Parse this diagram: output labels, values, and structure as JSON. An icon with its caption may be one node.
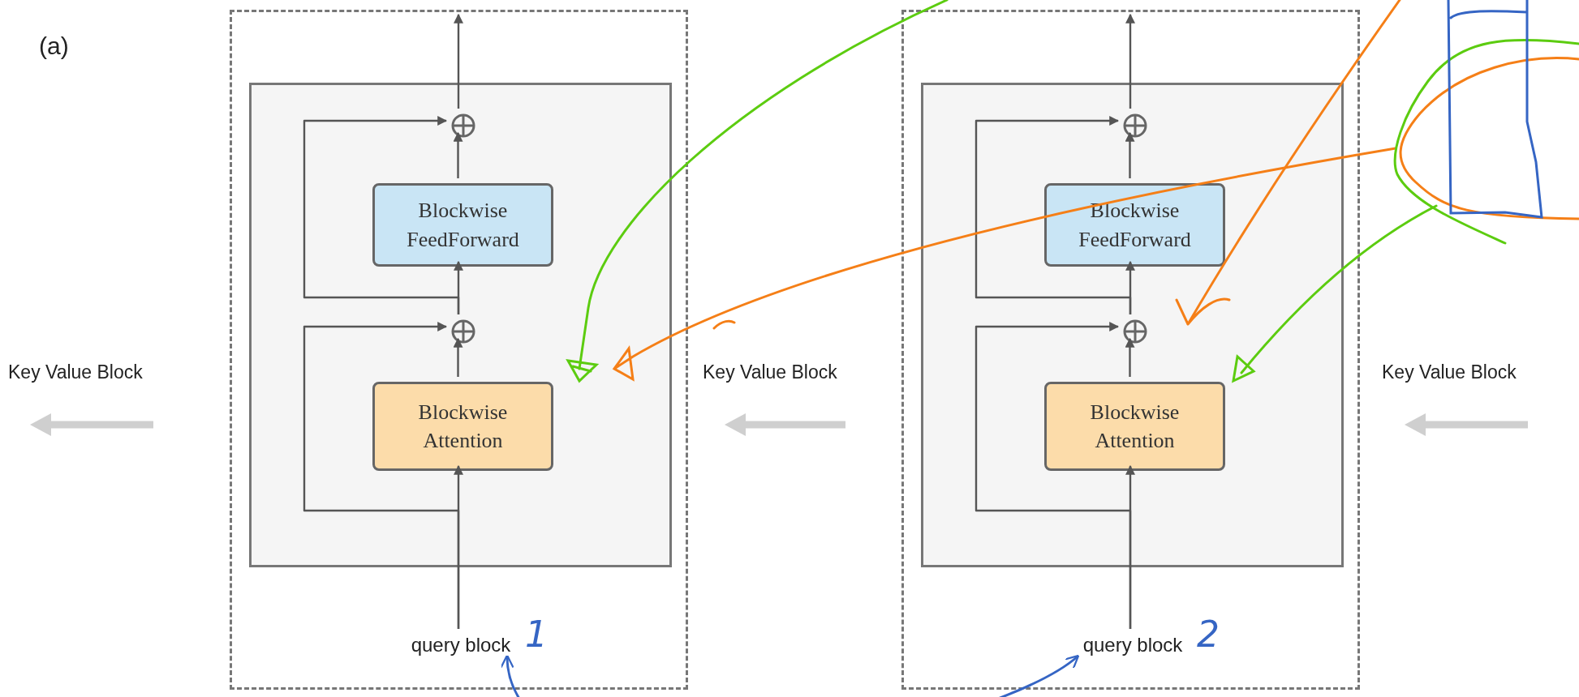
{
  "diagram": {
    "nodes": [
      {
        "text": [],
        "shape": "box"
      },
      {
        "text": [],
        "shape": "box",
        "in": 0
      },
      {
        "text": [],
        "shape": "circle",
        "in": 1
      },
      {
        "text": [
          "Blockwise FeedForward"
        ],
        "in": 1
      },
      {
        "text": [],
        "shape": "circle",
        "in": 1
      },
      {
        "text": [
          "Blockwise Attention"
        ],
        "in": 1
      },
      {
        "text": [
          "query block"
        ],
        "beside": [
          "1"
        ],
        "in": 0
      },
      {
        "text": [],
        "shape": "box"
      },
      {
        "text": [],
        "shape": "box",
        "in": 7
      },
      {
        "text": [],
        "shape": "circle",
        "in": 8
      },
      {
        "text": [
          "Blockwise FeedForward"
        ],
        "in": 8
      },
      {
        "text": [],
        "shape": "circle",
        "in": 8
      },
      {
        "text": [
          "Blockwise Attention"
        ],
        "in": 8
      },
      {
        "text": [
          "query block"
        ],
        "beside": [
          "2"
        ],
        "in": 7
      }
    ],
    "edges": [
      {
        "from": 6,
        "to": 5,
        "arrow": "to"
      },
      {
        "from": 5,
        "to": 4,
        "arrow": "to"
      },
      {
        "from": 6,
        "to": 4,
        "arrow": "to"
      },
      {
        "from": 4,
        "to": 3,
        "arrow": "to"
      },
      {
        "from": 4,
        "to": 2,
        "arrow": "to"
      },
      {
        "from": 3,
        "to": 2,
        "arrow": "to"
      },
      {
        "from": 2,
        "to": null,
        "arrow": "to"
      },
      {
        "from": 13,
        "to": 12,
        "arrow": "to"
      },
      {
        "from": 12,
        "to": 11,
        "arrow": "to"
      },
      {
        "from": 13,
        "to": 11,
        "arrow": "to"
      },
      {
        "from": 11,
        "to": 10,
        "arrow": "to"
      },
      {
        "from": 11,
        "to": 9,
        "arrow": "to"
      },
      {
        "from": 10,
        "to": 9,
        "arrow": "to"
      },
      {
        "from": 9,
        "to": null,
        "arrow": "to"
      },
      {
        "from": null,
        "to": 6,
        "arrow": "to",
        "color": "#3565c4"
      },
      {
        "from": null,
        "to": 13,
        "arrow": "to",
        "color": "#3565c4"
      }
    ],
    "labels": [
      "(a)",
      "Key Value Block",
      "Key Value Block",
      "Key Value Block"
    ]
  }
}
